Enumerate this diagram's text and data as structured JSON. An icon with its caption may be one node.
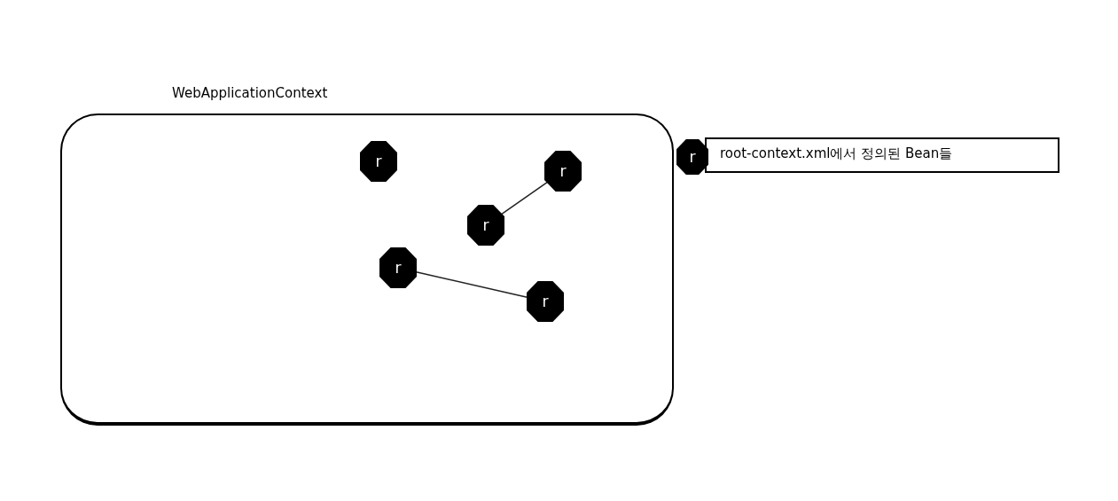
{
  "diagram": {
    "nodes": [
      {
        "text": [
          "WebApplicationContext"
        ]
      },
      {
        "text": [
          "r"
        ],
        "in": 0
      },
      {
        "text": [
          "r"
        ],
        "in": 0
      },
      {
        "text": [
          "r"
        ],
        "in": 0
      },
      {
        "text": [
          "r"
        ],
        "in": 0
      },
      {
        "text": [
          "r"
        ],
        "in": 0
      }
    ],
    "edges": [
      {
        "from": 2,
        "to": 3,
        "arrow": "none"
      },
      {
        "from": 4,
        "to": 5,
        "arrow": "none"
      }
    ],
    "labels": [
      "r"
    ],
    "legend": [
      {
        "text": "root-context.xml에서 정의된 Bean들"
      }
    ]
  }
}
